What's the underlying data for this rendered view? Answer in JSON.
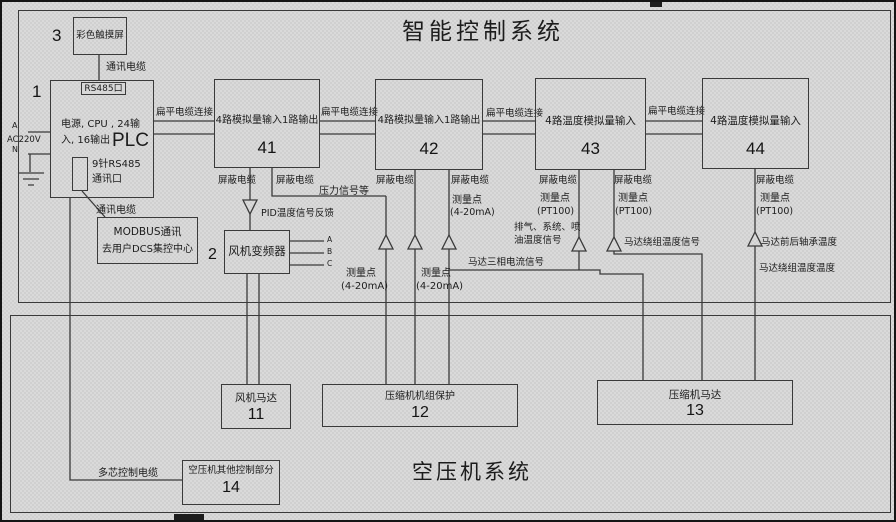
{
  "system_top": {
    "title": "智能控制系统"
  },
  "system_bottom": {
    "title": "空压机系统"
  },
  "touchscreen": {
    "number": "3",
    "label": "彩色触摸屏"
  },
  "plc": {
    "number": "1",
    "top_port": "RS485口",
    "line1": "电源, CPU , 24输",
    "line2": "入, 16输出",
    "name": "PLC",
    "port9_line1": "9针RS485",
    "port9_line2": "通讯口"
  },
  "power": {
    "a": "A",
    "label": "AC220V",
    "n": "N"
  },
  "modules": {
    "m41": {
      "number": "41",
      "label": "4路模拟量输入1路输出"
    },
    "m42": {
      "number": "42",
      "label": "4路模拟量输入1路输出"
    },
    "m43": {
      "number": "43",
      "label": "4路温度模拟量输入"
    },
    "m44": {
      "number": "44",
      "label": "4路温度模拟量输入"
    }
  },
  "inverter": {
    "number": "2",
    "label": "风机变频器",
    "phase_a": "A",
    "phase_b": "B",
    "phase_c": "C"
  },
  "modbus": {
    "line1": "MODBUS通讯",
    "line2": "去用户DCS集控中心"
  },
  "cables": {
    "comm_top": "通讯电缆",
    "comm_left": "通讯电缆",
    "flat_label": "扁平电缆连接",
    "shield_label": "屏蔽电缆",
    "multicore": "多芯控制电缆"
  },
  "signals": {
    "pressure": "压力信号等",
    "pid_feedback": "PID温度信号反馈",
    "measure_point": "测量点",
    "range_420": "(4-20mA)",
    "range_pt100": "(PT100)",
    "exhaust_line1": "排气、系统、喷",
    "exhaust_line2": "油温度信号",
    "motor_current": "马达三相电流信号",
    "motor_winding": "马达绕组温度信号",
    "motor_bearing": "马达前后轴承温度",
    "motor_winding2": "马达绕组温度温度"
  },
  "bottom_units": {
    "fan_motor": {
      "number": "11",
      "label": "风机马达"
    },
    "protection": {
      "number": "12",
      "label": "压缩机机组保护"
    },
    "comp_motor": {
      "number": "13",
      "label": "压缩机马达"
    },
    "other_ctrl": {
      "number": "14",
      "label": "空压机其他控制部分"
    }
  }
}
